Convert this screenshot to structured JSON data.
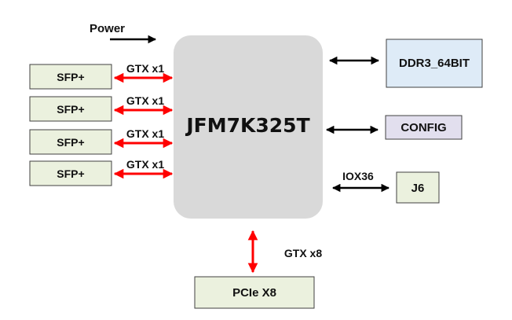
{
  "fpga": {
    "label": "JFM7K325T",
    "fill": "#d9d9d9"
  },
  "power": {
    "label": "Power"
  },
  "sfp_links": [
    {
      "box_label": "SFP+",
      "link_label": "GTX x1"
    },
    {
      "box_label": "SFP+",
      "link_label": "GTX x1"
    },
    {
      "box_label": "SFP+",
      "link_label": "GTX x1"
    },
    {
      "box_label": "SFP+",
      "link_label": "GTX x1"
    }
  ],
  "ddr": {
    "label": "DDR3_64BIT",
    "fill": "#deebf7"
  },
  "config": {
    "label": "CONFIG",
    "fill": "#e2dfee"
  },
  "j6": {
    "label": "J6",
    "link_label": "IOX36",
    "fill": "#ebf1de"
  },
  "pcie": {
    "label": "PCIe X8",
    "link_label": "GTX x8",
    "fill": "#ebf1de"
  },
  "colors": {
    "gtx_arrow": "#ff0000",
    "bus_arrow": "#000000",
    "box_border": "#404040",
    "sfp_fill": "#ebf1de"
  },
  "icons": {
    "arrowhead": "triangle-arrowhead"
  }
}
